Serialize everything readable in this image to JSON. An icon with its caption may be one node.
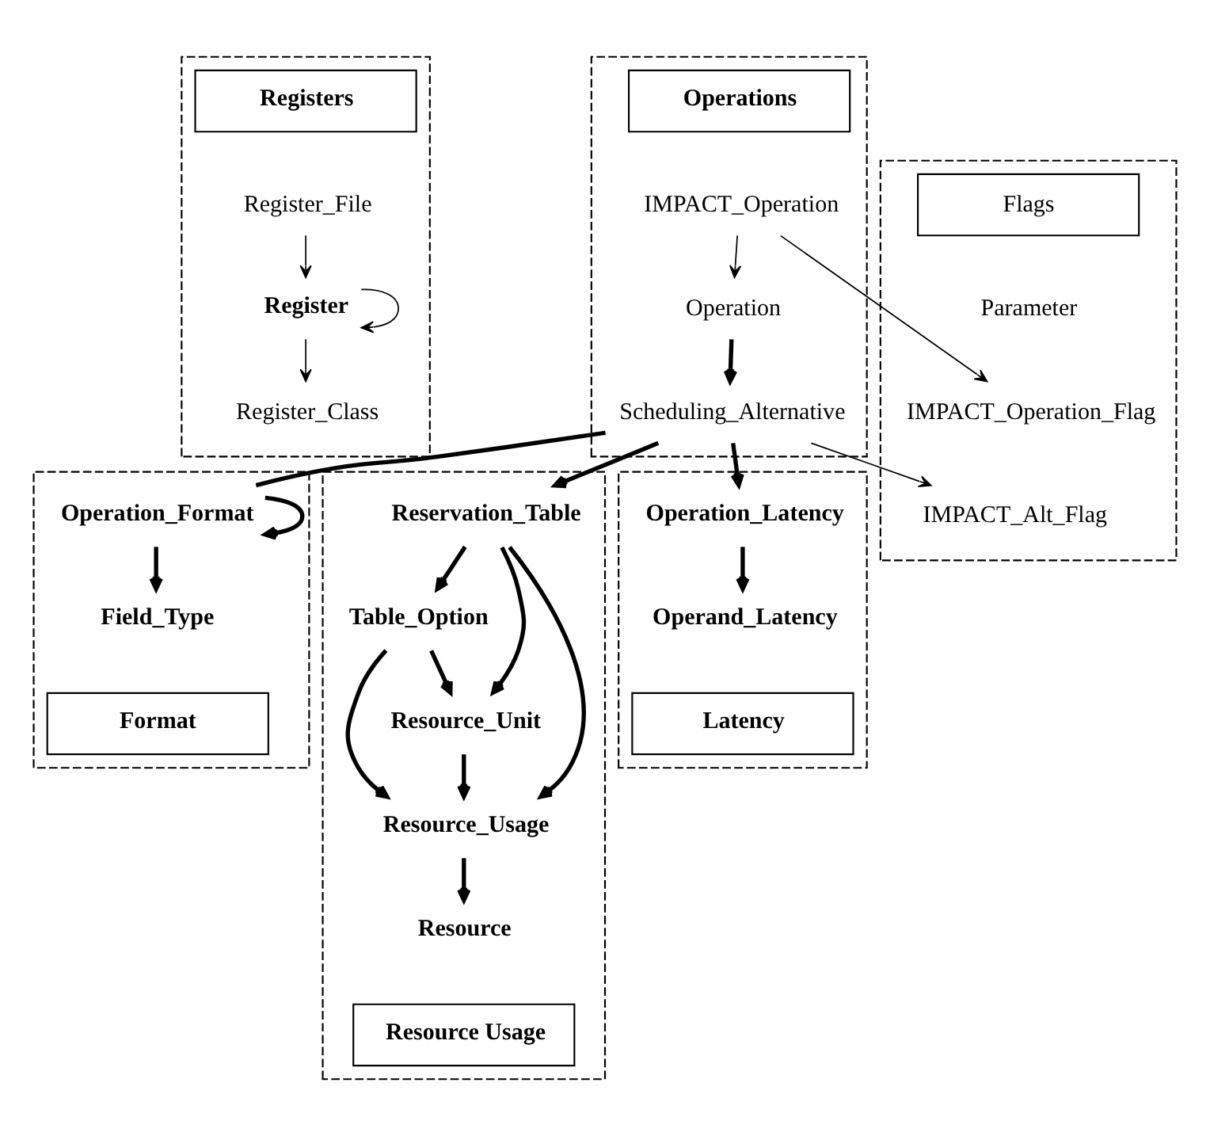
{
  "diagram": {
    "nodes": [
      {
        "text": [],
        "shape": "box"
      },
      {
        "text": [
          "Registers"
        ],
        "in": 0
      },
      {
        "text": [
          "Register_File"
        ],
        "in": 0
      },
      {
        "text": [
          "Register"
        ],
        "in": 0
      },
      {
        "text": [
          "Register_Class"
        ],
        "in": 0
      },
      {
        "text": [],
        "shape": "box"
      },
      {
        "text": [
          "Operations"
        ],
        "in": 5
      },
      {
        "text": [
          "IMPACT_Operation"
        ],
        "in": 5
      },
      {
        "text": [
          "Operation"
        ],
        "in": 5
      },
      {
        "text": [
          "Scheduling_Alternative"
        ],
        "in": 5
      },
      {
        "text": [],
        "shape": "box"
      },
      {
        "text": [
          "Flags"
        ],
        "in": 10
      },
      {
        "text": [
          "Parameter"
        ],
        "in": 10
      },
      {
        "text": [
          "IMPACT_Operation_Flag"
        ],
        "in": 10
      },
      {
        "text": [
          "IMPACT_Alt_Flag"
        ],
        "in": 10
      },
      {
        "text": [],
        "shape": "box"
      },
      {
        "text": [
          "Operation_Format"
        ],
        "in": 15
      },
      {
        "text": [
          "Field_Type"
        ],
        "in": 15
      },
      {
        "text": [
          "Format"
        ],
        "in": 15
      },
      {
        "text": [],
        "shape": "box"
      },
      {
        "text": [
          "Reservation_Table"
        ],
        "in": 19
      },
      {
        "text": [
          "Table_Option"
        ],
        "in": 19
      },
      {
        "text": [
          "Resource_Unit"
        ],
        "in": 19
      },
      {
        "text": [
          "Resource_Usage"
        ],
        "in": 19
      },
      {
        "text": [
          "Resource"
        ],
        "in": 19
      },
      {
        "text": [
          "Resource Usage"
        ],
        "in": 19
      },
      {
        "text": [],
        "shape": "box"
      },
      {
        "text": [
          "Operation_Latency"
        ],
        "in": 26
      },
      {
        "text": [
          "Operand_Latency"
        ],
        "in": 26
      },
      {
        "text": [
          "Latency"
        ],
        "in": 26
      }
    ],
    "edges": [
      {
        "from": 2,
        "to": 3,
        "arrow": "to"
      },
      {
        "from": 3,
        "to": 3,
        "arrow": "to"
      },
      {
        "from": 3,
        "to": 4,
        "arrow": "to"
      },
      {
        "from": 7,
        "to": 8,
        "arrow": "to"
      },
      {
        "from": 7,
        "to": 13,
        "arrow": "to"
      },
      {
        "from": 8,
        "to": 9,
        "arrow": "to"
      },
      {
        "from": 9,
        "to": 14,
        "arrow": "to"
      },
      {
        "from": 9,
        "to": 16,
        "arrow": "none"
      },
      {
        "from": 9,
        "to": 20,
        "arrow": "to"
      },
      {
        "from": 9,
        "to": 27,
        "arrow": "to"
      },
      {
        "from": 16,
        "to": 16,
        "arrow": "to"
      },
      {
        "from": 16,
        "to": 17,
        "arrow": "to"
      },
      {
        "from": 20,
        "to": 21,
        "arrow": "to"
      },
      {
        "from": 20,
        "to": 22,
        "arrow": "to"
      },
      {
        "from": 20,
        "to": 23,
        "arrow": "to"
      },
      {
        "from": 21,
        "to": 22,
        "arrow": "to"
      },
      {
        "from": 21,
        "to": 23,
        "arrow": "to"
      },
      {
        "from": 22,
        "to": 23,
        "arrow": "to"
      },
      {
        "from": 23,
        "to": 24,
        "arrow": "to"
      },
      {
        "from": 27,
        "to": 28,
        "arrow": "to"
      }
    ]
  }
}
